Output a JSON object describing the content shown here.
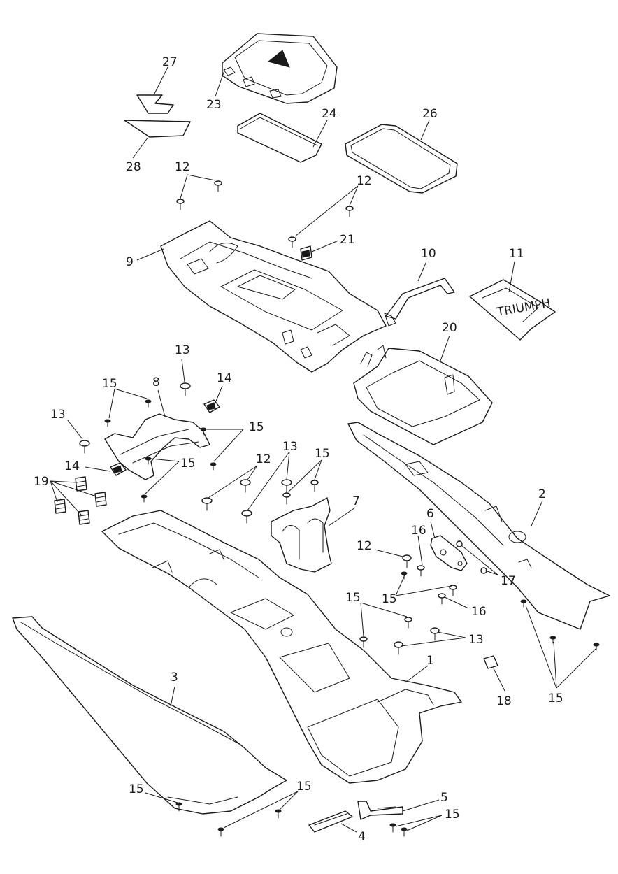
{
  "callouts": {
    "c27": "27",
    "c23": "23",
    "c24": "24",
    "c26": "26",
    "c28": "28",
    "c12a": "12",
    "c12b": "12",
    "c21": "21",
    "c9": "9",
    "c10": "10",
    "c11": "11",
    "c13a": "13",
    "c14a": "14",
    "c15a": "15",
    "c8": "8",
    "c20": "20",
    "c13b": "13",
    "c15b": "15",
    "c14b": "14",
    "c15c": "15",
    "c19": "19",
    "c12c": "12",
    "c13c": "13",
    "c15d": "15",
    "c7": "7",
    "c2": "2",
    "c6": "6",
    "c16a": "16",
    "c12d": "12",
    "c17": "17",
    "c15e": "15",
    "c16b": "16",
    "c15f": "15",
    "c13d": "13",
    "c1": "1",
    "c3": "3",
    "c18": "18",
    "c15g": "15",
    "c15h": "15",
    "c15i": "15",
    "c5": "5",
    "c15j": "15",
    "c4": "4"
  },
  "decal": {
    "text": "TRIUMPH"
  }
}
